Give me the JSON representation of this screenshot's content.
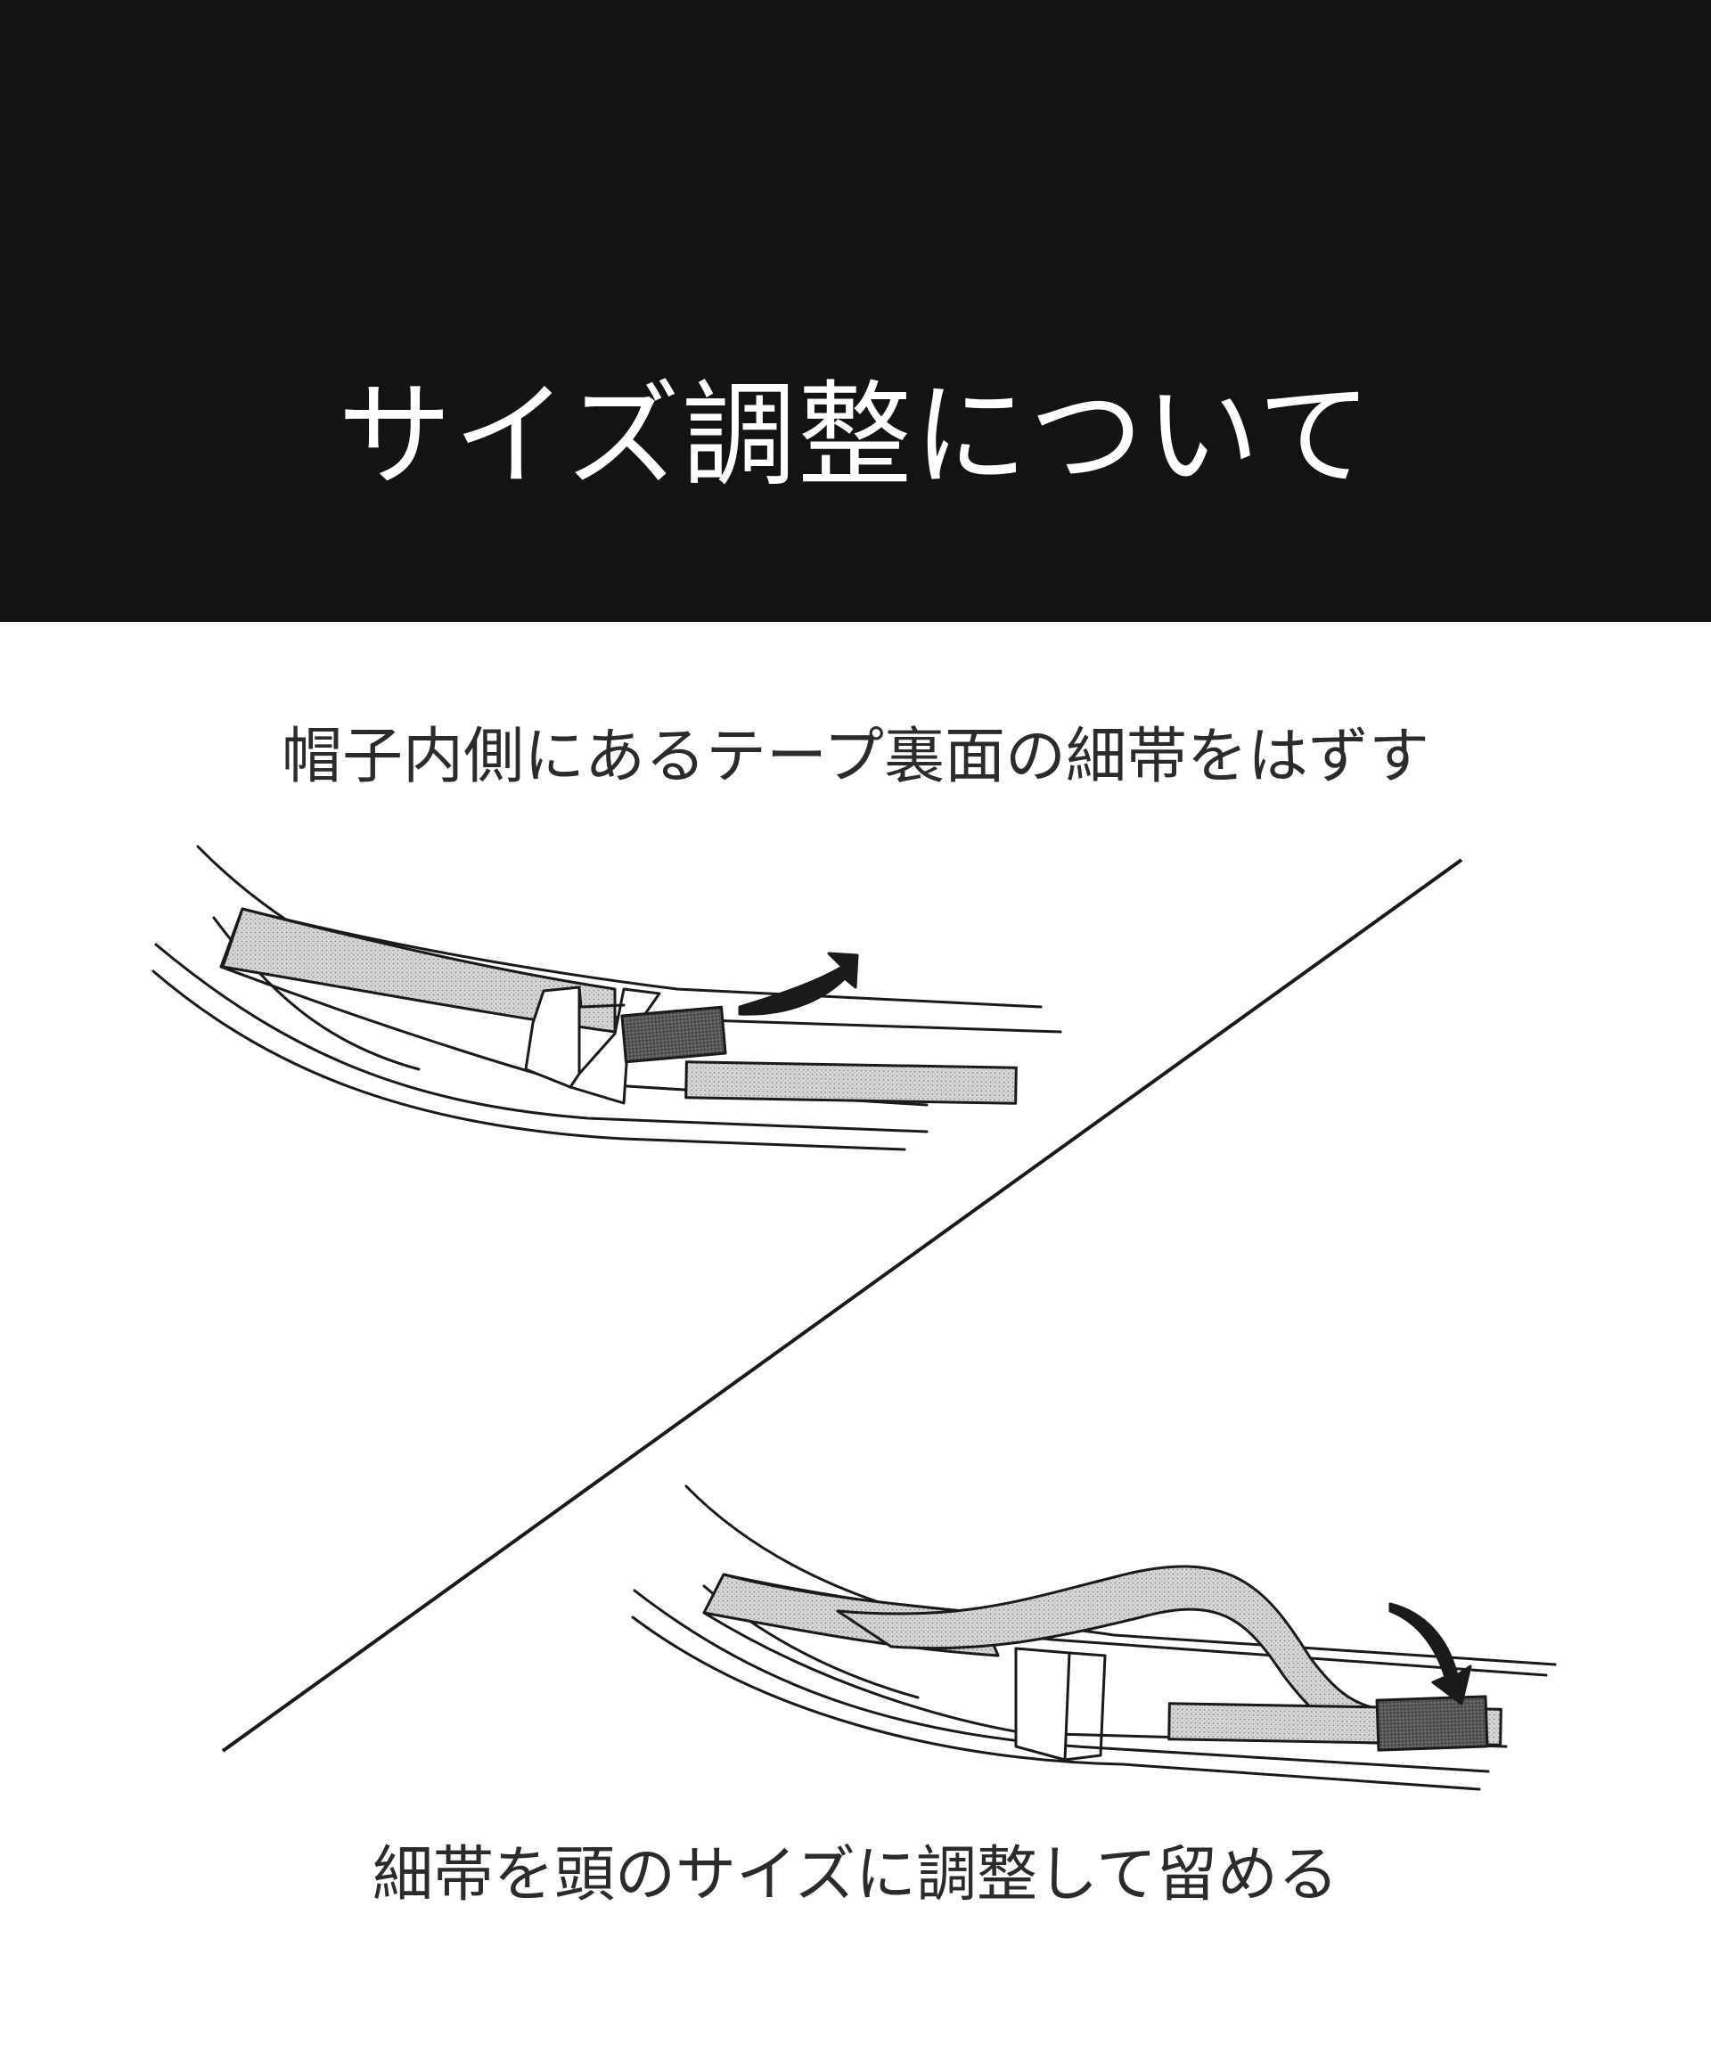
{
  "header": {
    "title": "サイズ調整について",
    "background_color": "#141212",
    "text_color": "#ffffff"
  },
  "steps": [
    {
      "caption": "帽子内側にあるテープ裏面の細帯をはずす",
      "illustration_icon": "hat-band-detach-icon"
    },
    {
      "caption": "細帯を頭のサイズに調整して留める",
      "illustration_icon": "hat-band-attach-icon"
    }
  ],
  "colors": {
    "line": "#1a1a1a",
    "band_fill": "#cfcfcf",
    "dark_patch": "#555555"
  }
}
